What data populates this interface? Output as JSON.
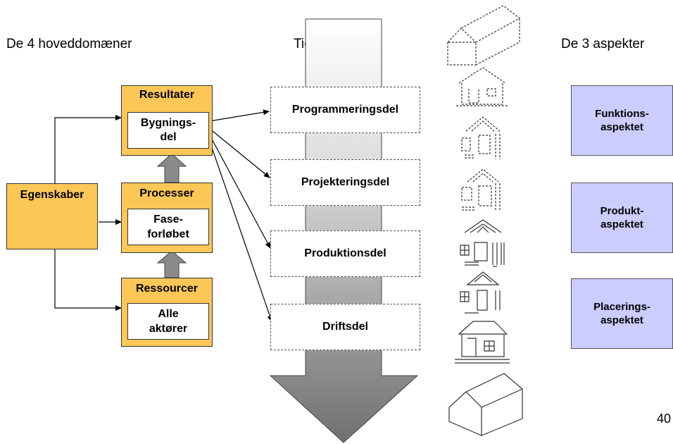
{
  "headings": {
    "domains": "De 4 hoveddomæner",
    "time": "Tidsfaktoren",
    "aspects": "De 3 aspekter"
  },
  "domains": {
    "egenskaber": "Egenskaber",
    "resultater": {
      "title": "Resultater",
      "inner_line1": "Bygnings-",
      "inner_line2": "del"
    },
    "processer": {
      "title": "Processer",
      "inner_line1": "Fase-",
      "inner_line2": "forløbet"
    },
    "ressourcer": {
      "title": "Ressourcer",
      "inner_line1": "Alle",
      "inner_line2": "aktører"
    }
  },
  "phases": [
    "Programmeringsdel",
    "Projekteringsdel",
    "Produktionsdel",
    "Driftsdel"
  ],
  "aspects": [
    {
      "line1": "Funktions-",
      "line2": "aspektet"
    },
    {
      "line1": "Produkt-",
      "line2": "aspektet"
    },
    {
      "line1": "Placerings-",
      "line2": "aspektet"
    }
  ],
  "page_number": "40",
  "colors": {
    "domain_fill": "#fcc757",
    "aspect_fill": "#ccccff",
    "arrow_dark": "#707070"
  }
}
